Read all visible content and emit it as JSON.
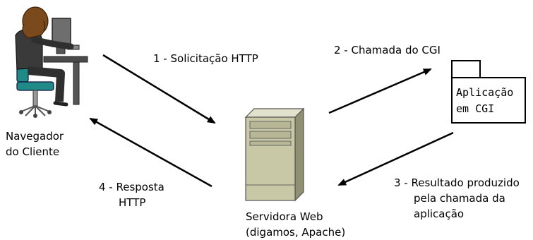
{
  "client": {
    "line1": "Navegador",
    "line2": "do Cliente"
  },
  "server": {
    "line1": "Servidora Web",
    "line2": "(digamos, Apache)"
  },
  "application": {
    "line1": "Aplicação",
    "line2": "em CGI"
  },
  "steps": {
    "step1": "1 - Solicitação HTTP",
    "step2": "2 - Chamada do CGI",
    "step3_line1": "3 - Resultado produzido",
    "step3_line2": "pela chamada da",
    "step3_line3": "aplicação",
    "step4_line1": "4 - Resposta",
    "step4_line2": "HTTP"
  },
  "colors": {
    "hair": "#7a4a1c",
    "chair": "#1f8a86",
    "server_body": "#c8c8a6",
    "arrow": "#000000"
  }
}
